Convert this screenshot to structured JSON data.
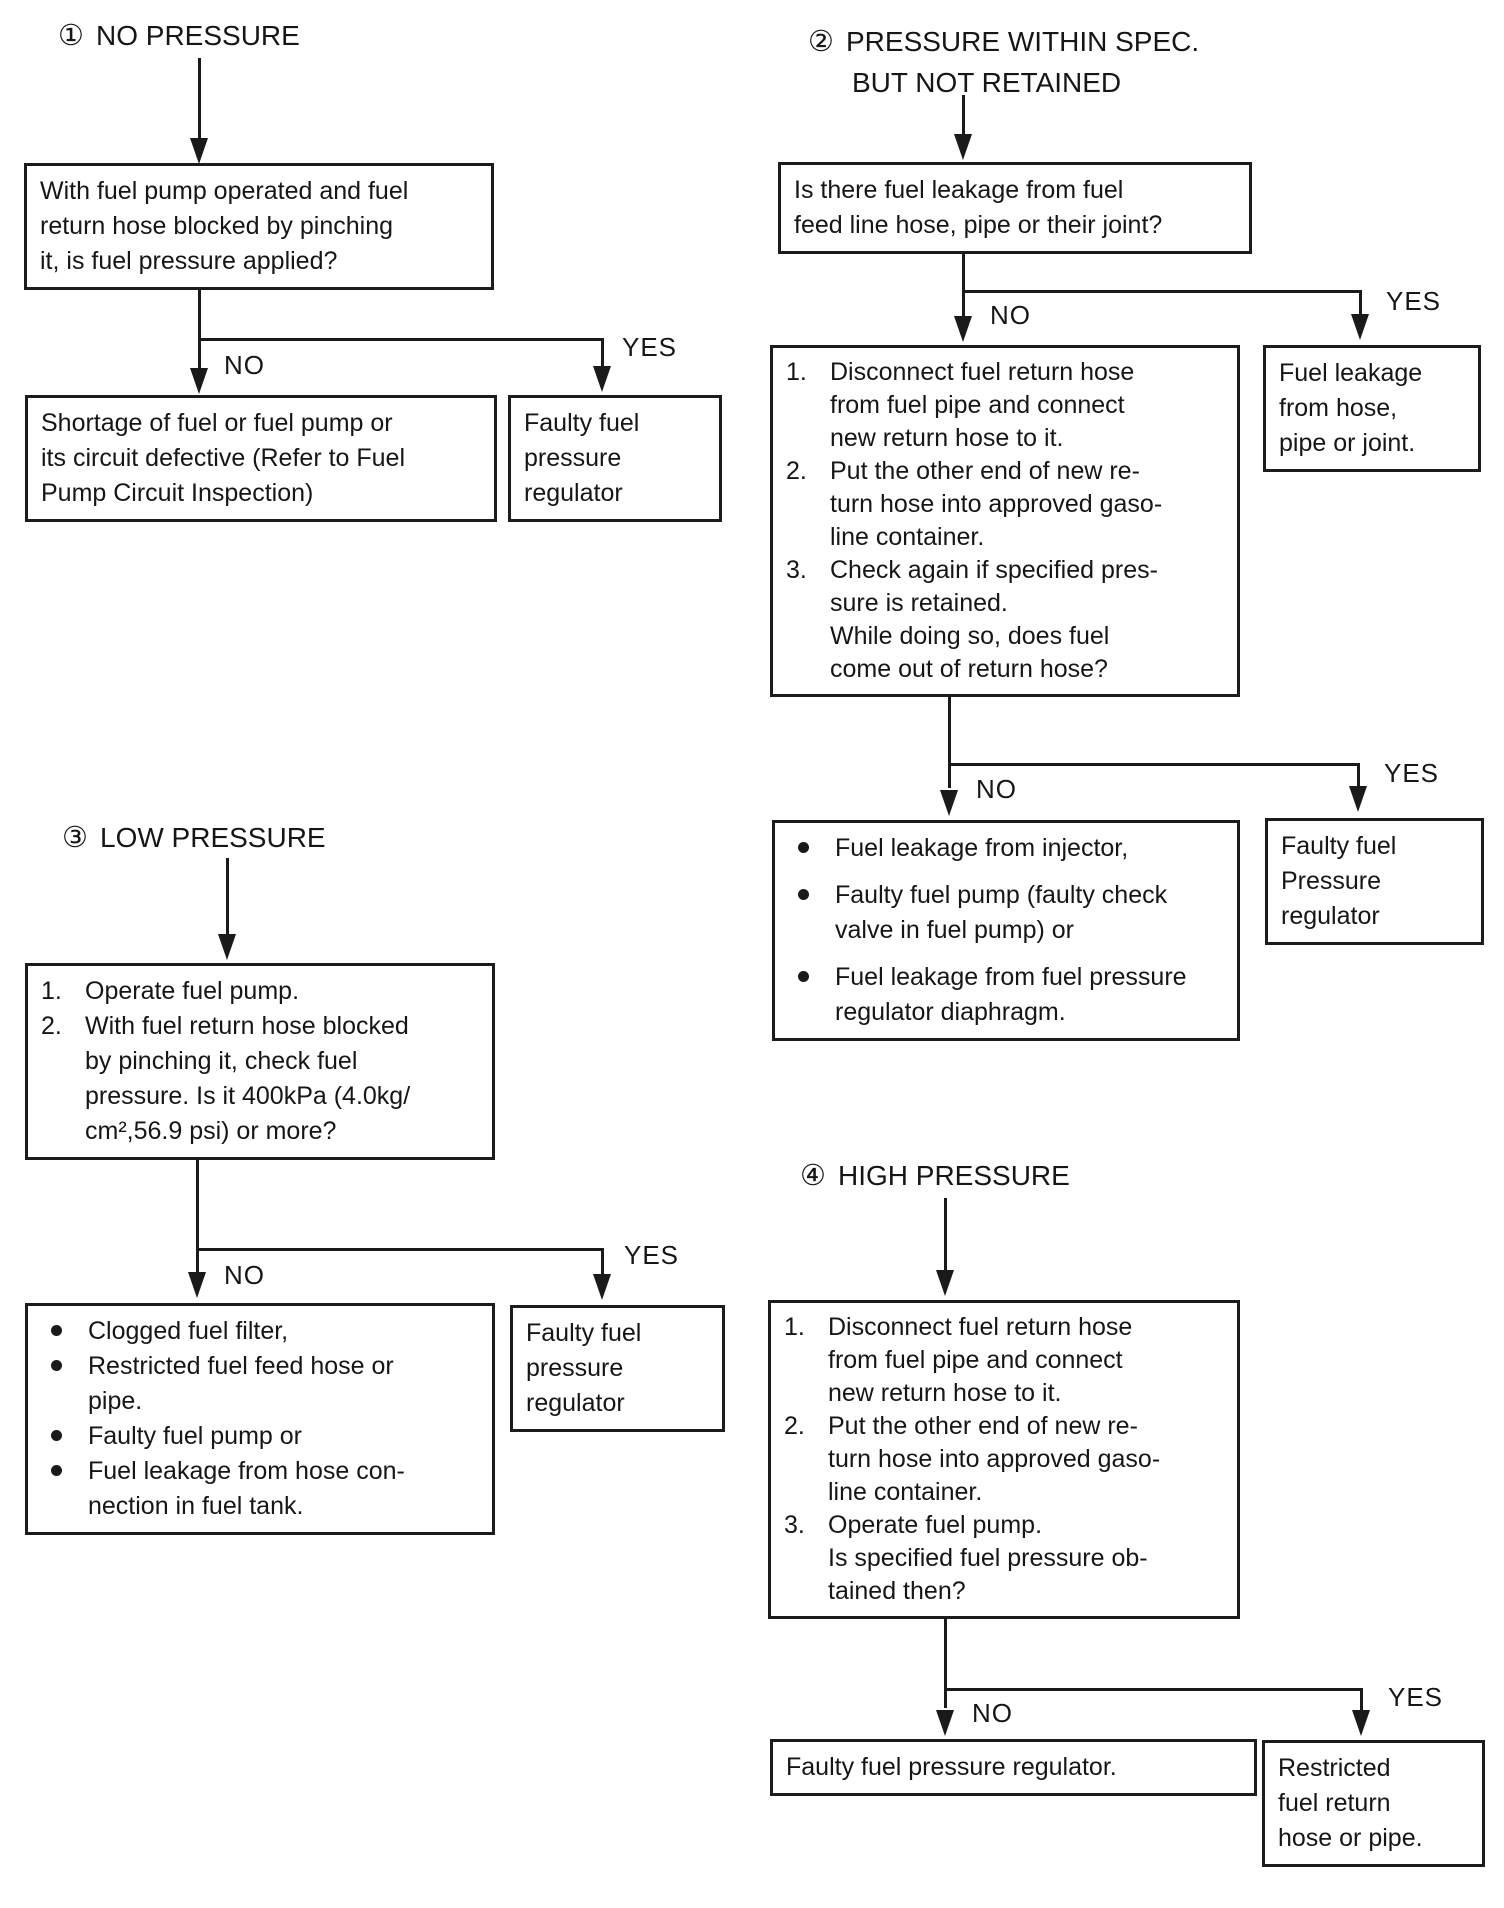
{
  "labels": {
    "no": "NO",
    "yes": "YES"
  },
  "sections": {
    "s1": {
      "numeral": "①",
      "title": "NO PRESSURE"
    },
    "s2": {
      "numeral": "②",
      "title_line1": "PRESSURE WITHIN SPEC.",
      "title_line2": "BUT NOT RETAINED"
    },
    "s3": {
      "numeral": "③",
      "title": "LOW PRESSURE"
    },
    "s4": {
      "numeral": "④",
      "title": "HIGH PRESSURE"
    }
  },
  "boxes": {
    "q1": {
      "lines": [
        "With fuel pump operated and fuel",
        "return hose blocked by pinching",
        "it, is fuel pressure applied?"
      ]
    },
    "r1_no": {
      "lines": [
        "Shortage of fuel or fuel pump or",
        "its circuit defective (Refer to Fuel",
        "Pump Circuit Inspection)"
      ]
    },
    "r1_yes": {
      "lines": [
        "Faulty fuel",
        "pressure",
        "regulator"
      ]
    },
    "q2": {
      "lines": [
        "Is there fuel leakage from fuel",
        "feed line hose, pipe or their joint?"
      ]
    },
    "q2_steps": {
      "items": [
        {
          "marker": "1.",
          "lines": [
            "Disconnect fuel return hose",
            "from fuel pipe and connect",
            "new return hose to it."
          ]
        },
        {
          "marker": "2.",
          "lines": [
            "Put the other end of new re-",
            "turn hose into approved gaso-",
            "line container."
          ]
        },
        {
          "marker": "3.",
          "lines": [
            "Check again if specified pres-",
            "sure is retained.",
            "While doing so, does fuel",
            "come out of return hose?"
          ]
        }
      ]
    },
    "r2_yes": {
      "lines": [
        "Fuel leakage",
        "from hose,",
        "pipe or joint."
      ]
    },
    "r2_no": {
      "items": [
        {
          "lines": [
            "Fuel leakage from injector,"
          ]
        },
        {
          "lines": [
            "Faulty fuel pump (faulty check",
            "valve in fuel pump) or"
          ]
        },
        {
          "lines": [
            "Fuel leakage from fuel pressure",
            "regulator diaphragm."
          ]
        }
      ]
    },
    "r2_no_yes": {
      "lines": [
        "Faulty fuel",
        "Pressure",
        "regulator"
      ]
    },
    "q3": {
      "items": [
        {
          "marker": "1.",
          "lines": [
            "Operate fuel pump."
          ]
        },
        {
          "marker": "2.",
          "lines": [
            "With fuel return hose blocked",
            "by pinching it, check fuel",
            "pressure. Is it 400kPa (4.0kg/",
            "cm²,56.9 psi) or more?"
          ]
        }
      ]
    },
    "r3_no": {
      "items": [
        {
          "lines": [
            "Clogged fuel filter,"
          ]
        },
        {
          "lines": [
            "Restricted fuel feed hose or",
            "pipe."
          ]
        },
        {
          "lines": [
            "Faulty fuel pump or"
          ]
        },
        {
          "lines": [
            "Fuel leakage from hose con-",
            "nection in fuel tank."
          ]
        }
      ]
    },
    "r3_yes": {
      "lines": [
        "Faulty fuel",
        "pressure",
        "regulator"
      ]
    },
    "q4": {
      "items": [
        {
          "marker": "1.",
          "lines": [
            "Disconnect fuel return hose",
            "from fuel pipe and connect",
            "new return hose to it."
          ]
        },
        {
          "marker": "2.",
          "lines": [
            "Put the other end of new re-",
            "turn hose into approved gaso-",
            "line container."
          ]
        },
        {
          "marker": "3.",
          "lines": [
            "Operate fuel pump.",
            "Is specified fuel pressure ob-",
            "tained then?"
          ]
        }
      ]
    },
    "r4_no": {
      "lines": [
        "Faulty fuel pressure regulator."
      ]
    },
    "r4_yes": {
      "lines": [
        "Restricted",
        "fuel return",
        "hose or pipe."
      ]
    }
  }
}
